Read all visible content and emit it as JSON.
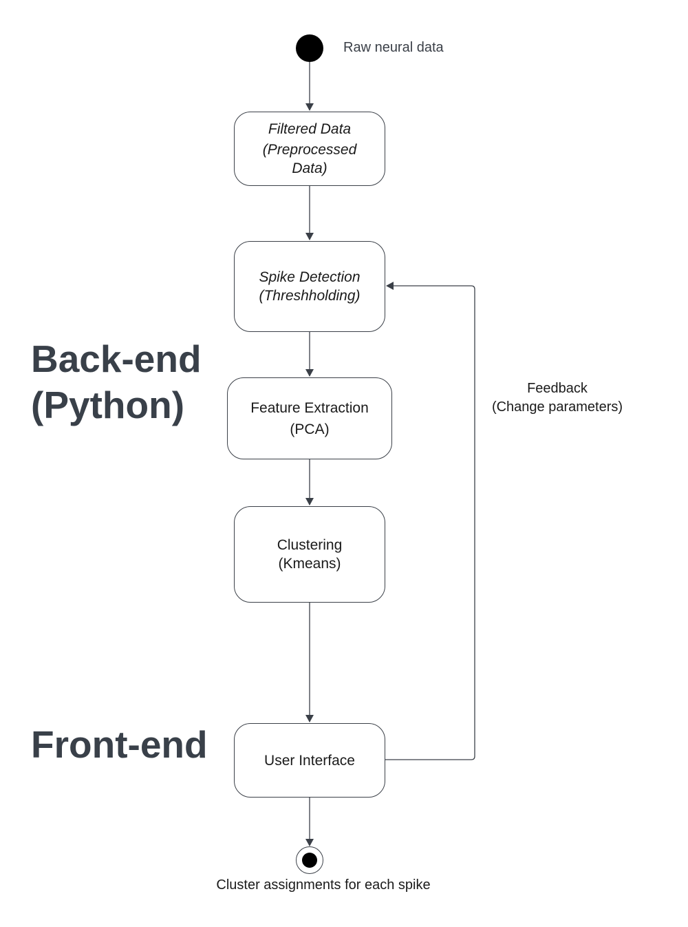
{
  "start": {
    "label": "Raw neural data"
  },
  "nodes": {
    "filtered": {
      "line1": "Filtered Data",
      "line2": "(Preprocessed",
      "line3": "Data)"
    },
    "spike": {
      "line1": "Spike Detection",
      "line2": "(Threshholding)"
    },
    "feature": {
      "line1": "Feature Extraction",
      "line2": "(PCA)"
    },
    "clustering": {
      "line1": "Clustering",
      "line2": "(Kmeans)"
    },
    "ui": {
      "line1": "User Interface"
    }
  },
  "feedback": {
    "line1": "Feedback",
    "line2": "(Change parameters)"
  },
  "sections": {
    "backend_line1": "Back-end",
    "backend_line2": "(Python)",
    "frontend": "Front-end"
  },
  "end": {
    "label": "Cluster assignments for each spike"
  },
  "colors": {
    "stroke": "#3a3f47",
    "section_text": "#394049",
    "fill": "#ffffff",
    "dot": "#000000"
  }
}
